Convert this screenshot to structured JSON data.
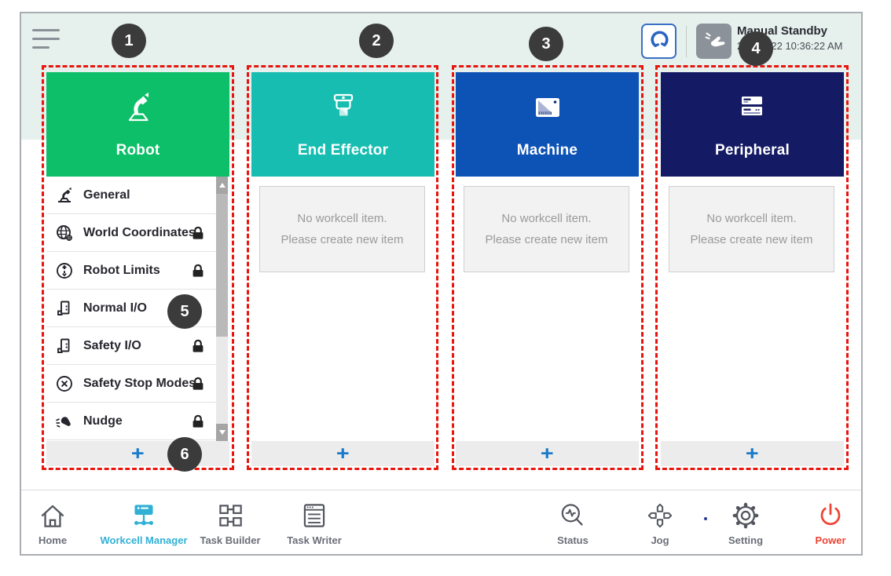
{
  "header": {
    "mode": "Manual Standby",
    "timestamp": "2022.2.22 10:36:22 AM"
  },
  "empty_state": {
    "line1": "No workcell item.",
    "line2": "Please create new item"
  },
  "add_label": "+",
  "columns": [
    {
      "id": "robot",
      "title": "Robot",
      "color": "#0cbf68",
      "items": [
        {
          "label": "General",
          "icon": "robot-arm-icon",
          "locked": false
        },
        {
          "label": "World Coordinates",
          "icon": "globe-icon",
          "locked": true
        },
        {
          "label": "Robot Limits",
          "icon": "limits-icon",
          "locked": true
        },
        {
          "label": "Normal I/O",
          "icon": "io-port-icon",
          "locked": false
        },
        {
          "label": "Safety I/O",
          "icon": "io-port-icon",
          "locked": true
        },
        {
          "label": "Safety Stop Modes",
          "icon": "stop-circle-icon",
          "locked": true
        },
        {
          "label": "Nudge",
          "icon": "nudge-hand-icon",
          "locked": true
        }
      ]
    },
    {
      "id": "end-effector",
      "title": "End Effector",
      "color": "#16bdb0"
    },
    {
      "id": "machine",
      "title": "Machine",
      "color": "#0d52b5"
    },
    {
      "id": "peripheral",
      "title": "Peripheral",
      "color": "#141a63"
    }
  ],
  "callouts": [
    "1",
    "2",
    "3",
    "4",
    "5",
    "6"
  ],
  "nav": {
    "items": [
      {
        "label": "Home",
        "icon": "home-icon",
        "active": false
      },
      {
        "label": "Workcell Manager",
        "icon": "workcell-tree-icon",
        "active": true
      },
      {
        "label": "Task Builder",
        "icon": "task-builder-icon",
        "active": false
      },
      {
        "label": "Task Writer",
        "icon": "task-writer-icon",
        "active": false
      },
      {
        "label": "Status",
        "icon": "status-pulse-magnifier-icon",
        "active": false
      },
      {
        "label": "Jog",
        "icon": "jog-dpad-icon",
        "active": false
      },
      {
        "label": "Setting",
        "icon": "gear-icon",
        "active": false
      },
      {
        "label": "Power",
        "icon": "power-icon",
        "active": false
      }
    ]
  },
  "icons": {
    "top_left": "hamburger-menu-icon",
    "top_right": [
      "gripper-tool-icon",
      "manual-hand-icon"
    ],
    "scrollbar": [
      "scroll-up-icon",
      "scroll-down-icon"
    ]
  },
  "colors": {
    "robot": "#0cbf68",
    "end_effector": "#16bdb0",
    "machine": "#0d52b5",
    "peripheral": "#141a63",
    "accent_active": "#31b0d5",
    "callout_red": "#e8150e",
    "power_red": "#ee4434",
    "add_blue": "#1b7ac9",
    "top_band": "#e6f1ee"
  }
}
